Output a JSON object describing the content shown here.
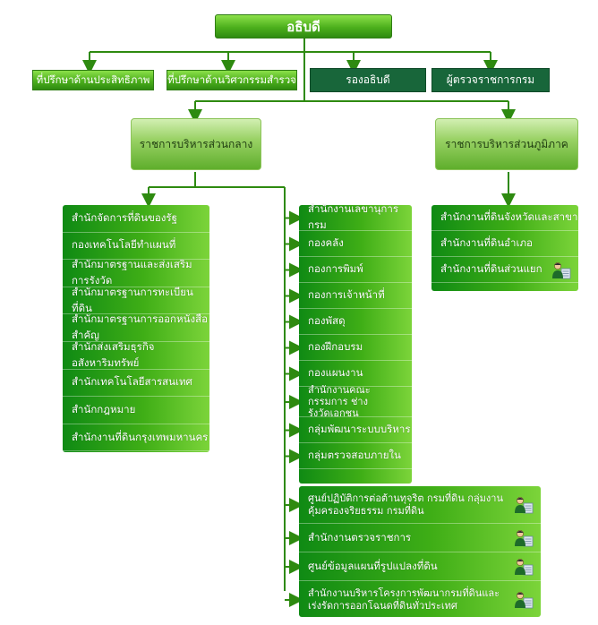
{
  "top": {
    "title": "อธิบดี"
  },
  "row1": [
    {
      "label": "ที่ปรึกษาด้านประสิทธิภาพ"
    },
    {
      "label": "ที่ปรึกษาด้านวิศวกรรมสำรวจ"
    },
    {
      "label": "รองอธิบดี"
    },
    {
      "label": "ผู้ตรวจราชการกรม"
    }
  ],
  "central": {
    "label": "ราชการบริหารส่วนกลาง"
  },
  "regional": {
    "label": "ราชการบริหารส่วนภูมิภาค"
  },
  "left_list": [
    "สำนักจัดการที่ดินของรัฐ",
    "กองเทคโนโลยีทำแผนที่",
    "สำนักมาตรฐานและส่งเสริมการรังวัด",
    "สำนักมาตรฐานการทะเบียนที่ดิน",
    "สำนักมาตรฐานการออกหนังสือสำคัญ",
    "สำนักส่งเสริมธุรกิจอสังหาริมทรัพย์",
    "สำนักเทคโนโลยีสารสนเทศ",
    "สำนักกฎหมาย",
    "สำนักงานที่ดินกรุงเทพมหานคร"
  ],
  "middle_list": [
    "สำนักงานเลขานุการกรม",
    "กองคลัง",
    "กองการพิมพ์",
    "กองการเจ้าหน้าที่",
    "กองพัสดุ",
    "กองฝึกอบรม",
    "กองแผนงาน",
    "สำนักงานคณะกรรมการ ช่างรังวัดเอกชน",
    "กลุ่มพัฒนาระบบบริหาร",
    "กลุ่มตรวจสอบภายใน"
  ],
  "bottom_list": [
    "ศูนย์ปฏิบัติการต่อต้านทุจริต กรมที่ดิน กลุ่มงานคุ้มครองจริยธรรม กรมที่ดิน",
    "สำนักงานตรวจราชการ",
    "ศูนย์ข้อมูลแผนที่รูปแปลงที่ดิน",
    "สำนักงานบริหารโครงการพัฒนากรมที่ดินและ เร่งรัดการออกโฉนดที่ดินทั่วประเทศ"
  ],
  "right_list": [
    "สำนักงานที่ดินจังหวัดและสาขา",
    "สำนักงานที่ดินอำเภอ",
    "สำนักงานที่ดินส่วนแยก"
  ],
  "colors": {
    "bright_green": "#4caf1c",
    "dark_green": "#18663a",
    "line_green": "#2e8a10"
  }
}
